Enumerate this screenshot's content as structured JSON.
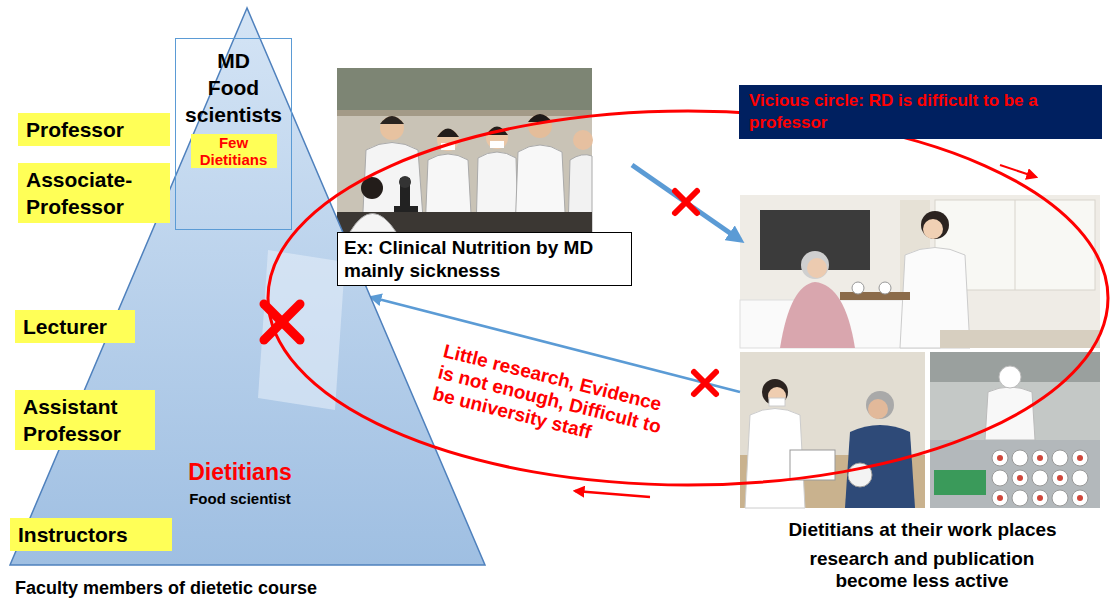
{
  "diagram": {
    "nodes": [
      {
        "text": [
          "Dietitians",
          "Food scientist",
          "Faculty members of dietetic course"
        ]
      },
      {
        "text": [
          "MD Food scientists",
          "Few Dietitians"
        ],
        "in": 0
      },
      {
        "text": [
          "Professor"
        ]
      },
      {
        "text": [
          "Associate-Professor"
        ]
      },
      {
        "text": [
          "Lecturer"
        ]
      },
      {
        "text": [
          "Assistant Professor"
        ]
      },
      {
        "text": [
          "Instructors"
        ]
      },
      {
        "text": [
          "Ex: Clinical Nutrition by MD mainly sicknesss"
        ]
      },
      {
        "text": [
          "Vicious circle: RD is difficult to be a professor"
        ]
      },
      {
        "text": [
          "Dietitians at their work places",
          "research and publication become less active"
        ]
      }
    ],
    "edges": [
      {
        "from": 7,
        "to": 9,
        "arrow": "to"
      },
      {
        "from": 9,
        "to": 0,
        "label": "Little research, Evidence is not enough, Difficult to be university staff",
        "arrow": "to"
      }
    ]
  }
}
